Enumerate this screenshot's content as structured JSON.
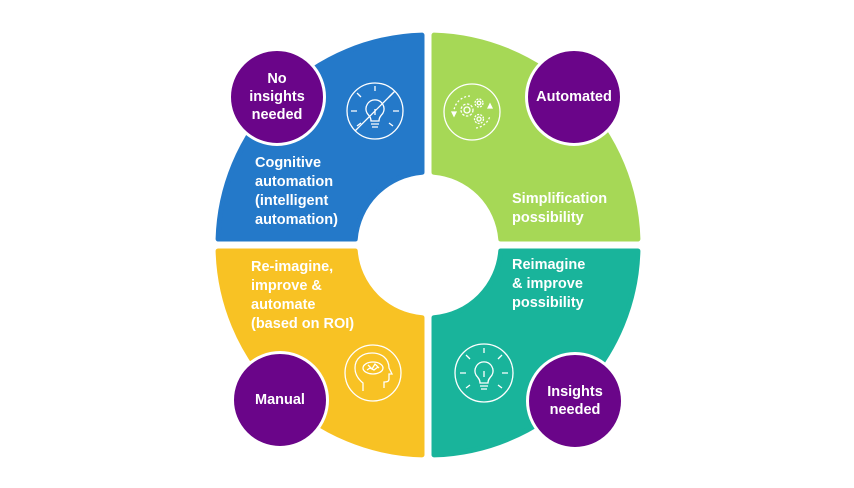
{
  "colors": {
    "cognitive": "#2479C9",
    "simplification": "#A6D856",
    "reimagine_automate": "#F8C224",
    "reimagine_improve": "#19B49B",
    "badge": "#6A0589",
    "text": "#FFFFFF"
  },
  "quadrants": [
    {
      "id": "top-left",
      "lines": [
        "Cognitive",
        "automation",
        "(intelligent",
        "automation)"
      ],
      "icon": "lightbulb-crossed-icon",
      "badge": [
        "No",
        "insights",
        "needed"
      ]
    },
    {
      "id": "top-right",
      "lines": [
        "Simplification",
        "possibility"
      ],
      "icon": "gears-cycle-icon",
      "badge": [
        "Automated"
      ]
    },
    {
      "id": "bottom-left",
      "lines": [
        "Re-imagine,",
        "improve &",
        "automate",
        "(based on ROI)"
      ],
      "icon": "head-brain-icon",
      "badge": [
        "Manual"
      ]
    },
    {
      "id": "bottom-right",
      "lines": [
        "Reimagine",
        "& improve",
        "possibility"
      ],
      "icon": "lightbulb-icon",
      "badge": [
        "Insights",
        "needed"
      ]
    }
  ]
}
